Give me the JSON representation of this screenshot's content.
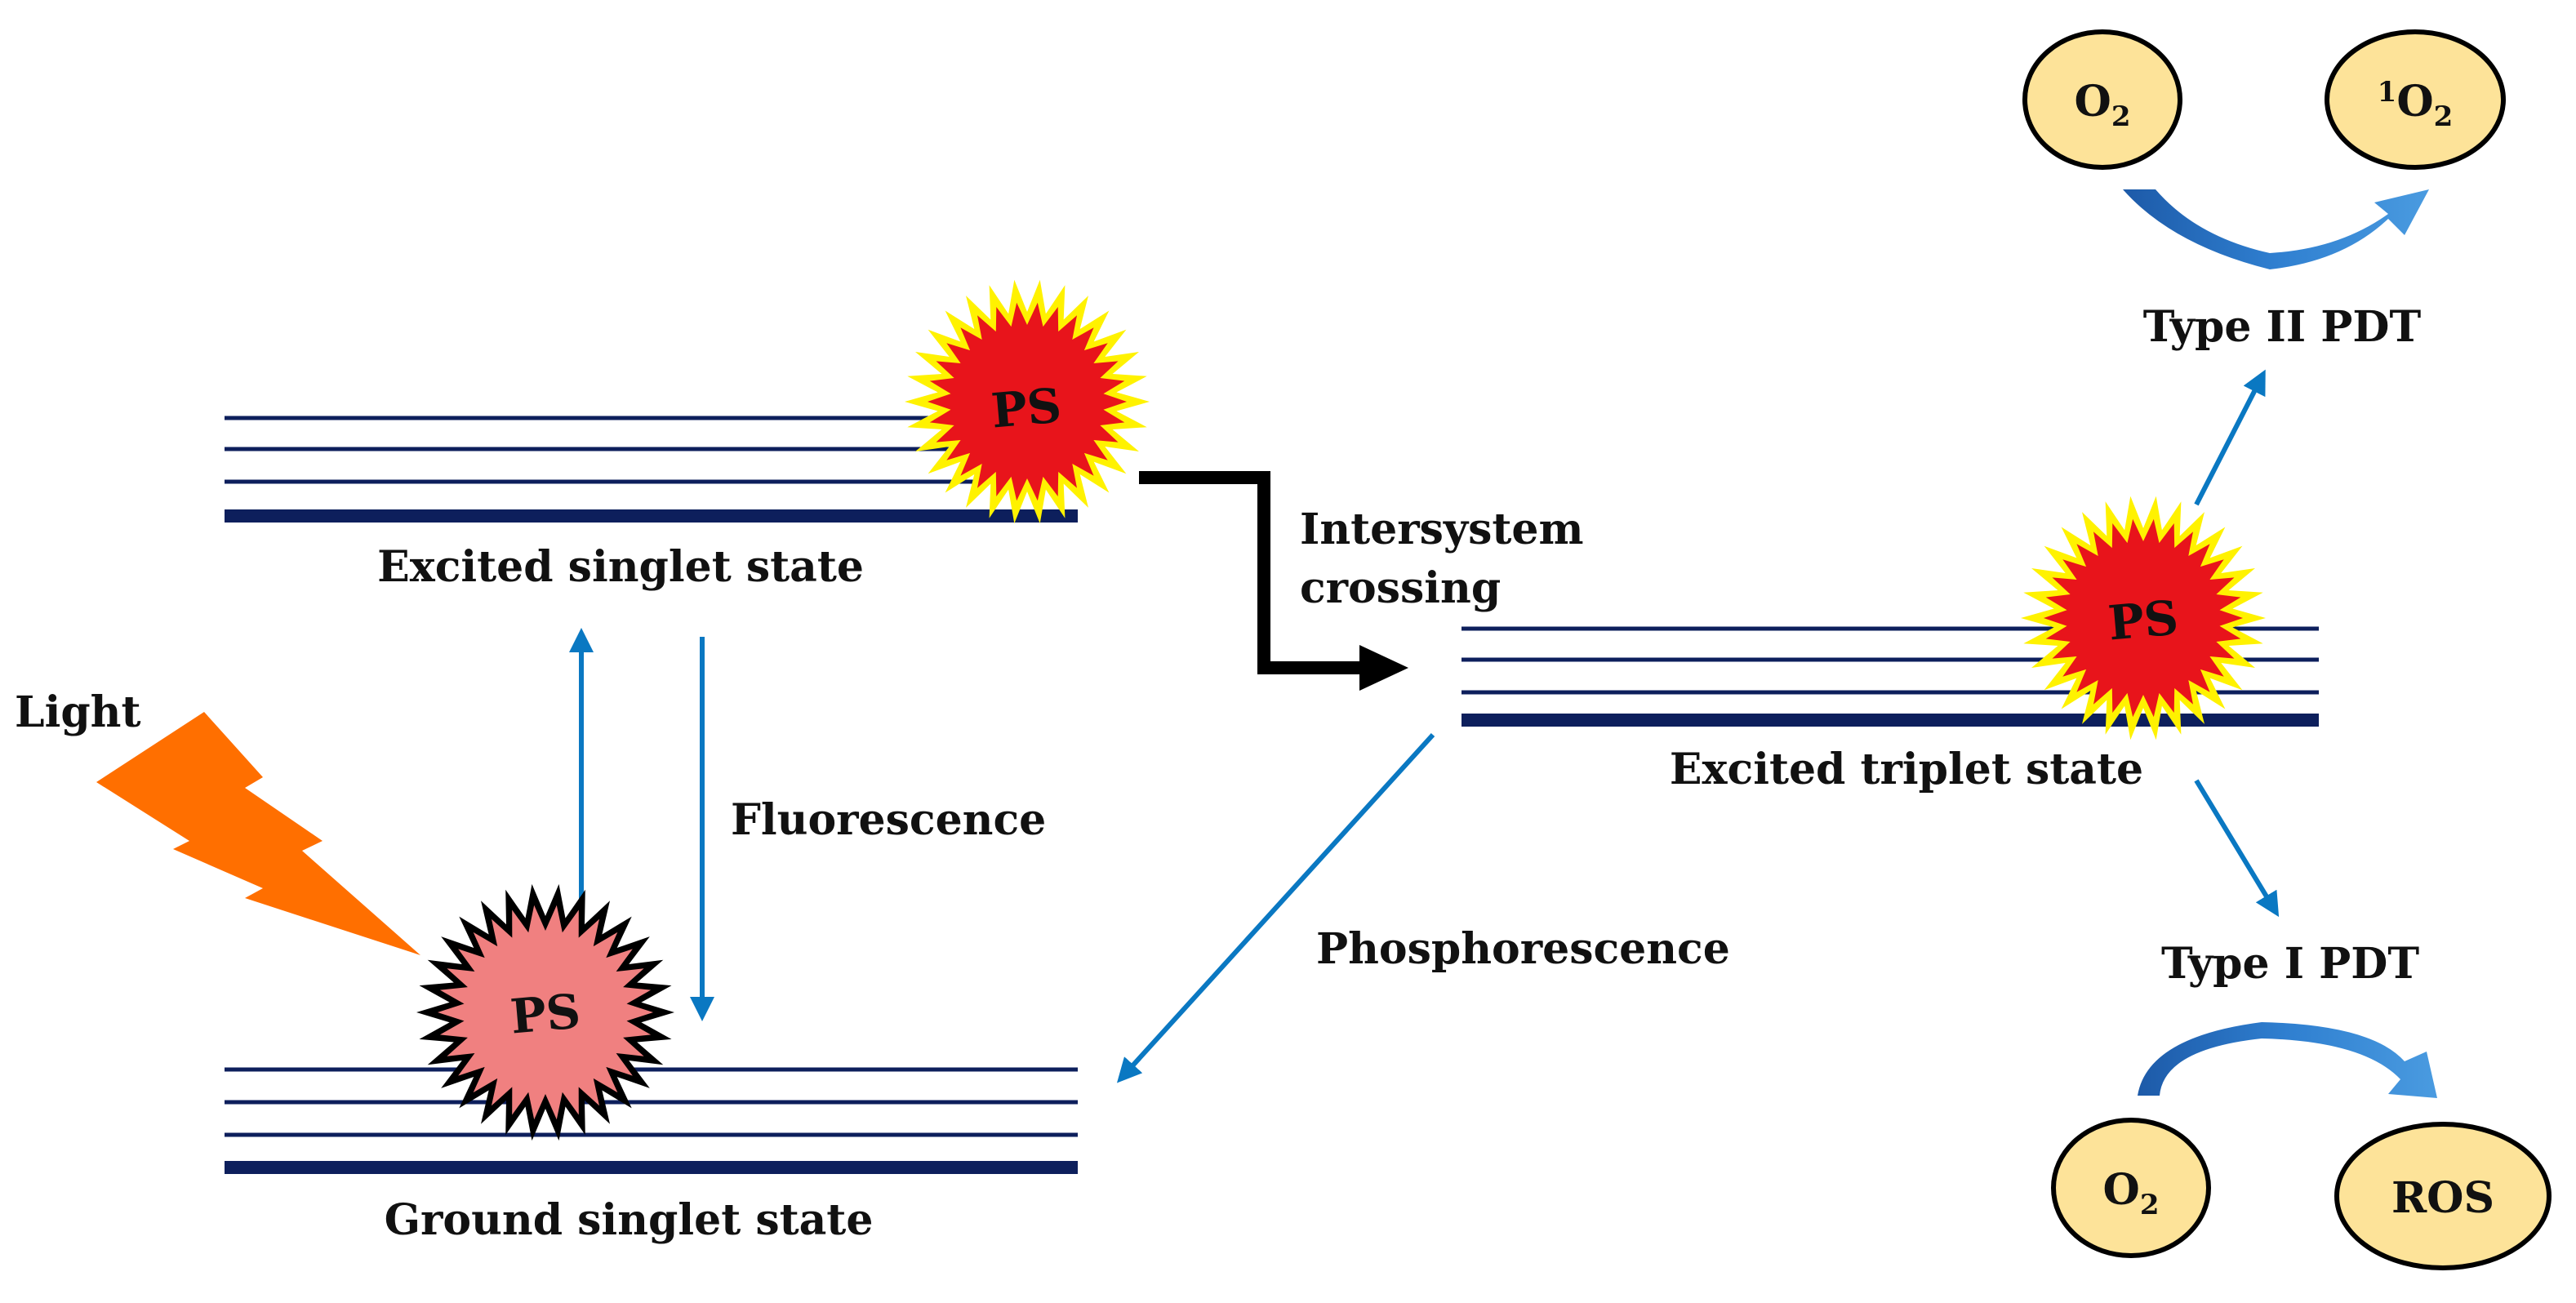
{
  "labels": {
    "excited_singlet": "Excited singlet state",
    "ground_singlet": "Ground singlet state",
    "excited_triplet": "Excited triplet state",
    "light": "Light",
    "fluorescence": "Fluorescence",
    "isc_line1": "Intersystem",
    "isc_line2": "crossing",
    "phosphorescence": "Phosphorescence",
    "type2": "Type II PDT",
    "type1": "Type I PDT"
  },
  "photosensitizer": {
    "singlet_excited": "PS",
    "ground": "PS",
    "triplet": "PS"
  },
  "molecules": {
    "type2_reactant": {
      "base": "O",
      "sub": "2"
    },
    "type2_product": {
      "sup": "1",
      "base": "O",
      "sub": "2"
    },
    "type1_reactant": {
      "base": "O",
      "sub": "2"
    },
    "type1_product": "ROS"
  },
  "colors": {
    "level_line": "#0d1f5c",
    "transition_arrow": "#0a78c2",
    "isc_arrow": "#000000",
    "light_bolt": "#ff6f00",
    "ps_excited_fill": "#e8141b",
    "ps_excited_halo": "#fff200",
    "ps_ground_fill": "#f08080",
    "ps_ground_halo": "#000000",
    "molecule_fill": "#fde399",
    "curved_arrow": "#2b6fc0"
  }
}
